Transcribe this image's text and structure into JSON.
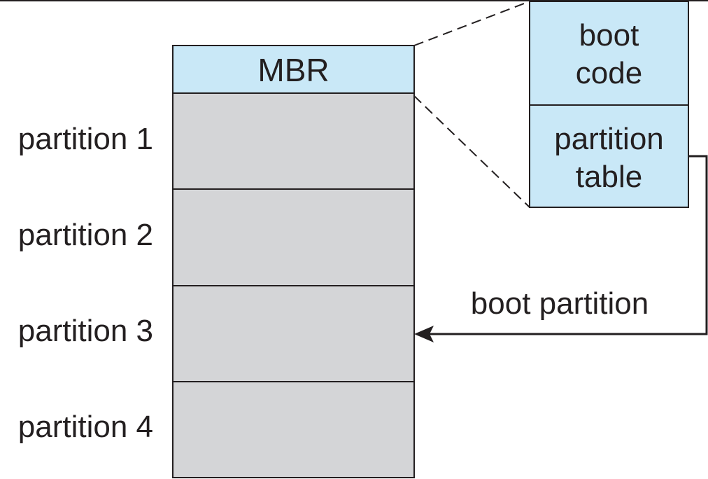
{
  "mbr_label": "MBR",
  "partitions": [
    {
      "label": "partition 1"
    },
    {
      "label": "partition 2"
    },
    {
      "label": "partition 3"
    },
    {
      "label": "partition 4"
    }
  ],
  "mbr_detail": {
    "boot_code": {
      "line1": "boot",
      "line2": "code"
    },
    "partition_table": {
      "line1": "partition",
      "line2": "table"
    }
  },
  "boot_partition_label": "boot partition",
  "colors": {
    "mbr_fill": "#c9e8f7",
    "partition_fill": "#d4d5d7",
    "stroke": "#231f20",
    "text": "#231f20"
  }
}
